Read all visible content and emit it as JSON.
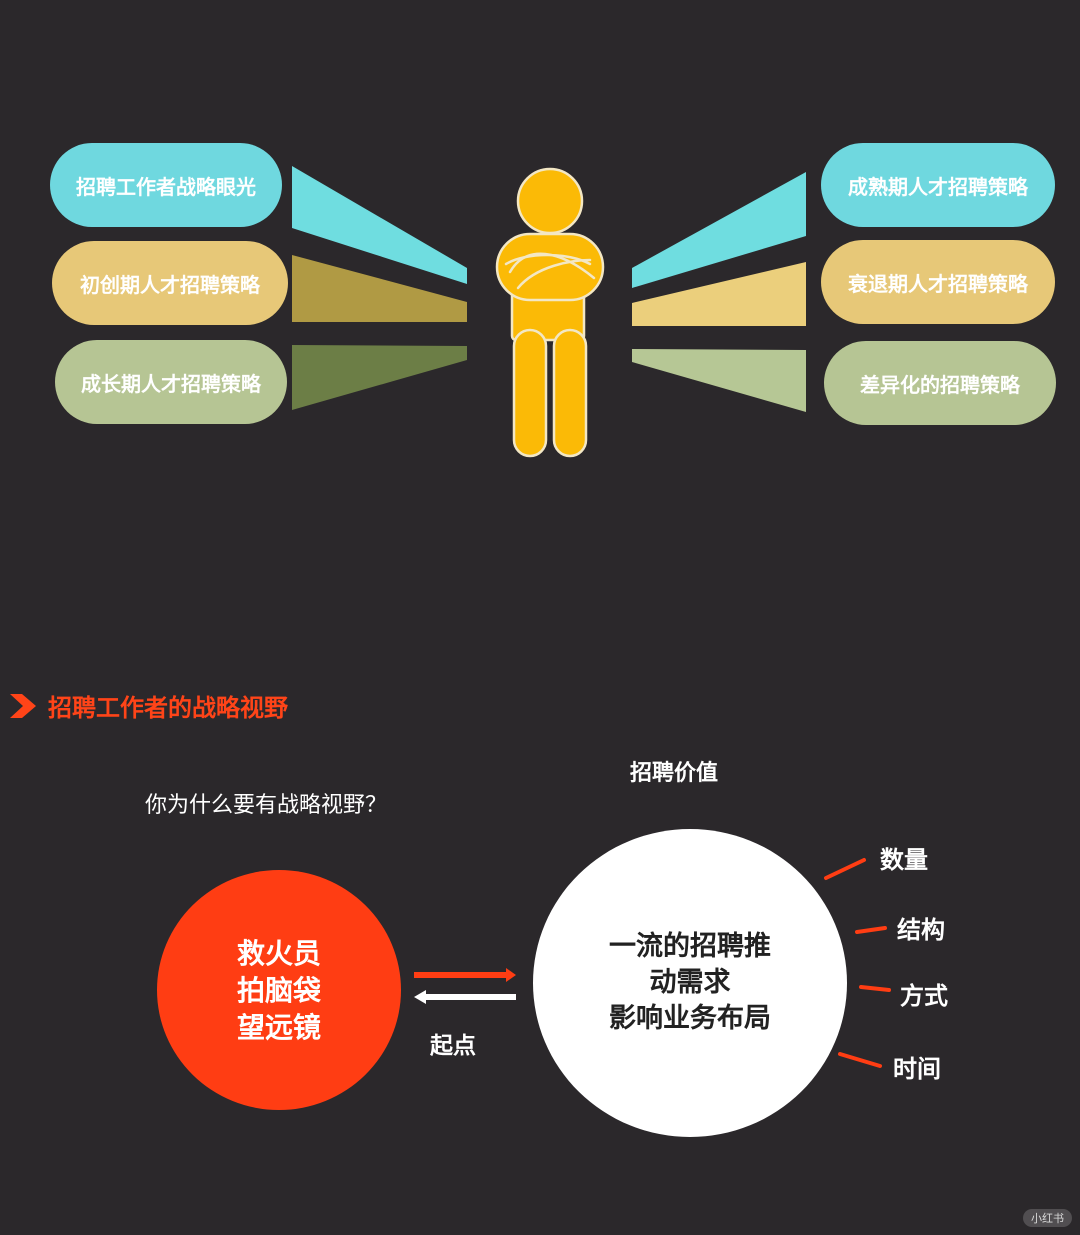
{
  "diagram": {
    "left_items": [
      {
        "label": "招聘工作者战略眼光",
        "color": "#6fd8df",
        "wedge_color": "#6fdde0"
      },
      {
        "label": "初创期人才招聘策略",
        "color": "#e7c878",
        "wedge_color": "#b09a44"
      },
      {
        "label": "成长期人才招聘策略",
        "color": "#b6c594",
        "wedge_color": "#6c7e46"
      }
    ],
    "right_items": [
      {
        "label": "成熟期人才招聘策略",
        "color": "#6fd8df",
        "wedge_color": "#6fdde0"
      },
      {
        "label": "衰退期人才招聘策略",
        "color": "#e7c878",
        "wedge_color": "#ebcf7c"
      },
      {
        "label": "差异化的招聘策略",
        "color": "#b6c594",
        "wedge_color": "#b6c795"
      }
    ],
    "person_color": "#fbba06",
    "person_outline": "#f3e7c4",
    "person_icon": "person-arms-crossed-icon"
  },
  "section": {
    "title": "招聘工作者的战略视野",
    "arrow_icon": "chevron-right-icon",
    "accent": "#ff4418"
  },
  "question": "你为什么要有战略视野？",
  "value_title": "招聘价值",
  "red_circle": {
    "lines": [
      "救火员",
      "拍脑袋",
      "望远镜"
    ],
    "color": "#ff3d13"
  },
  "white_circle": {
    "lines": [
      "一流的招聘推",
      "动需求",
      "影响业务布局"
    ]
  },
  "start_label": "起点",
  "dimensions": [
    "数量",
    "结构",
    "方式",
    "时间"
  ],
  "watermark": "小红书"
}
